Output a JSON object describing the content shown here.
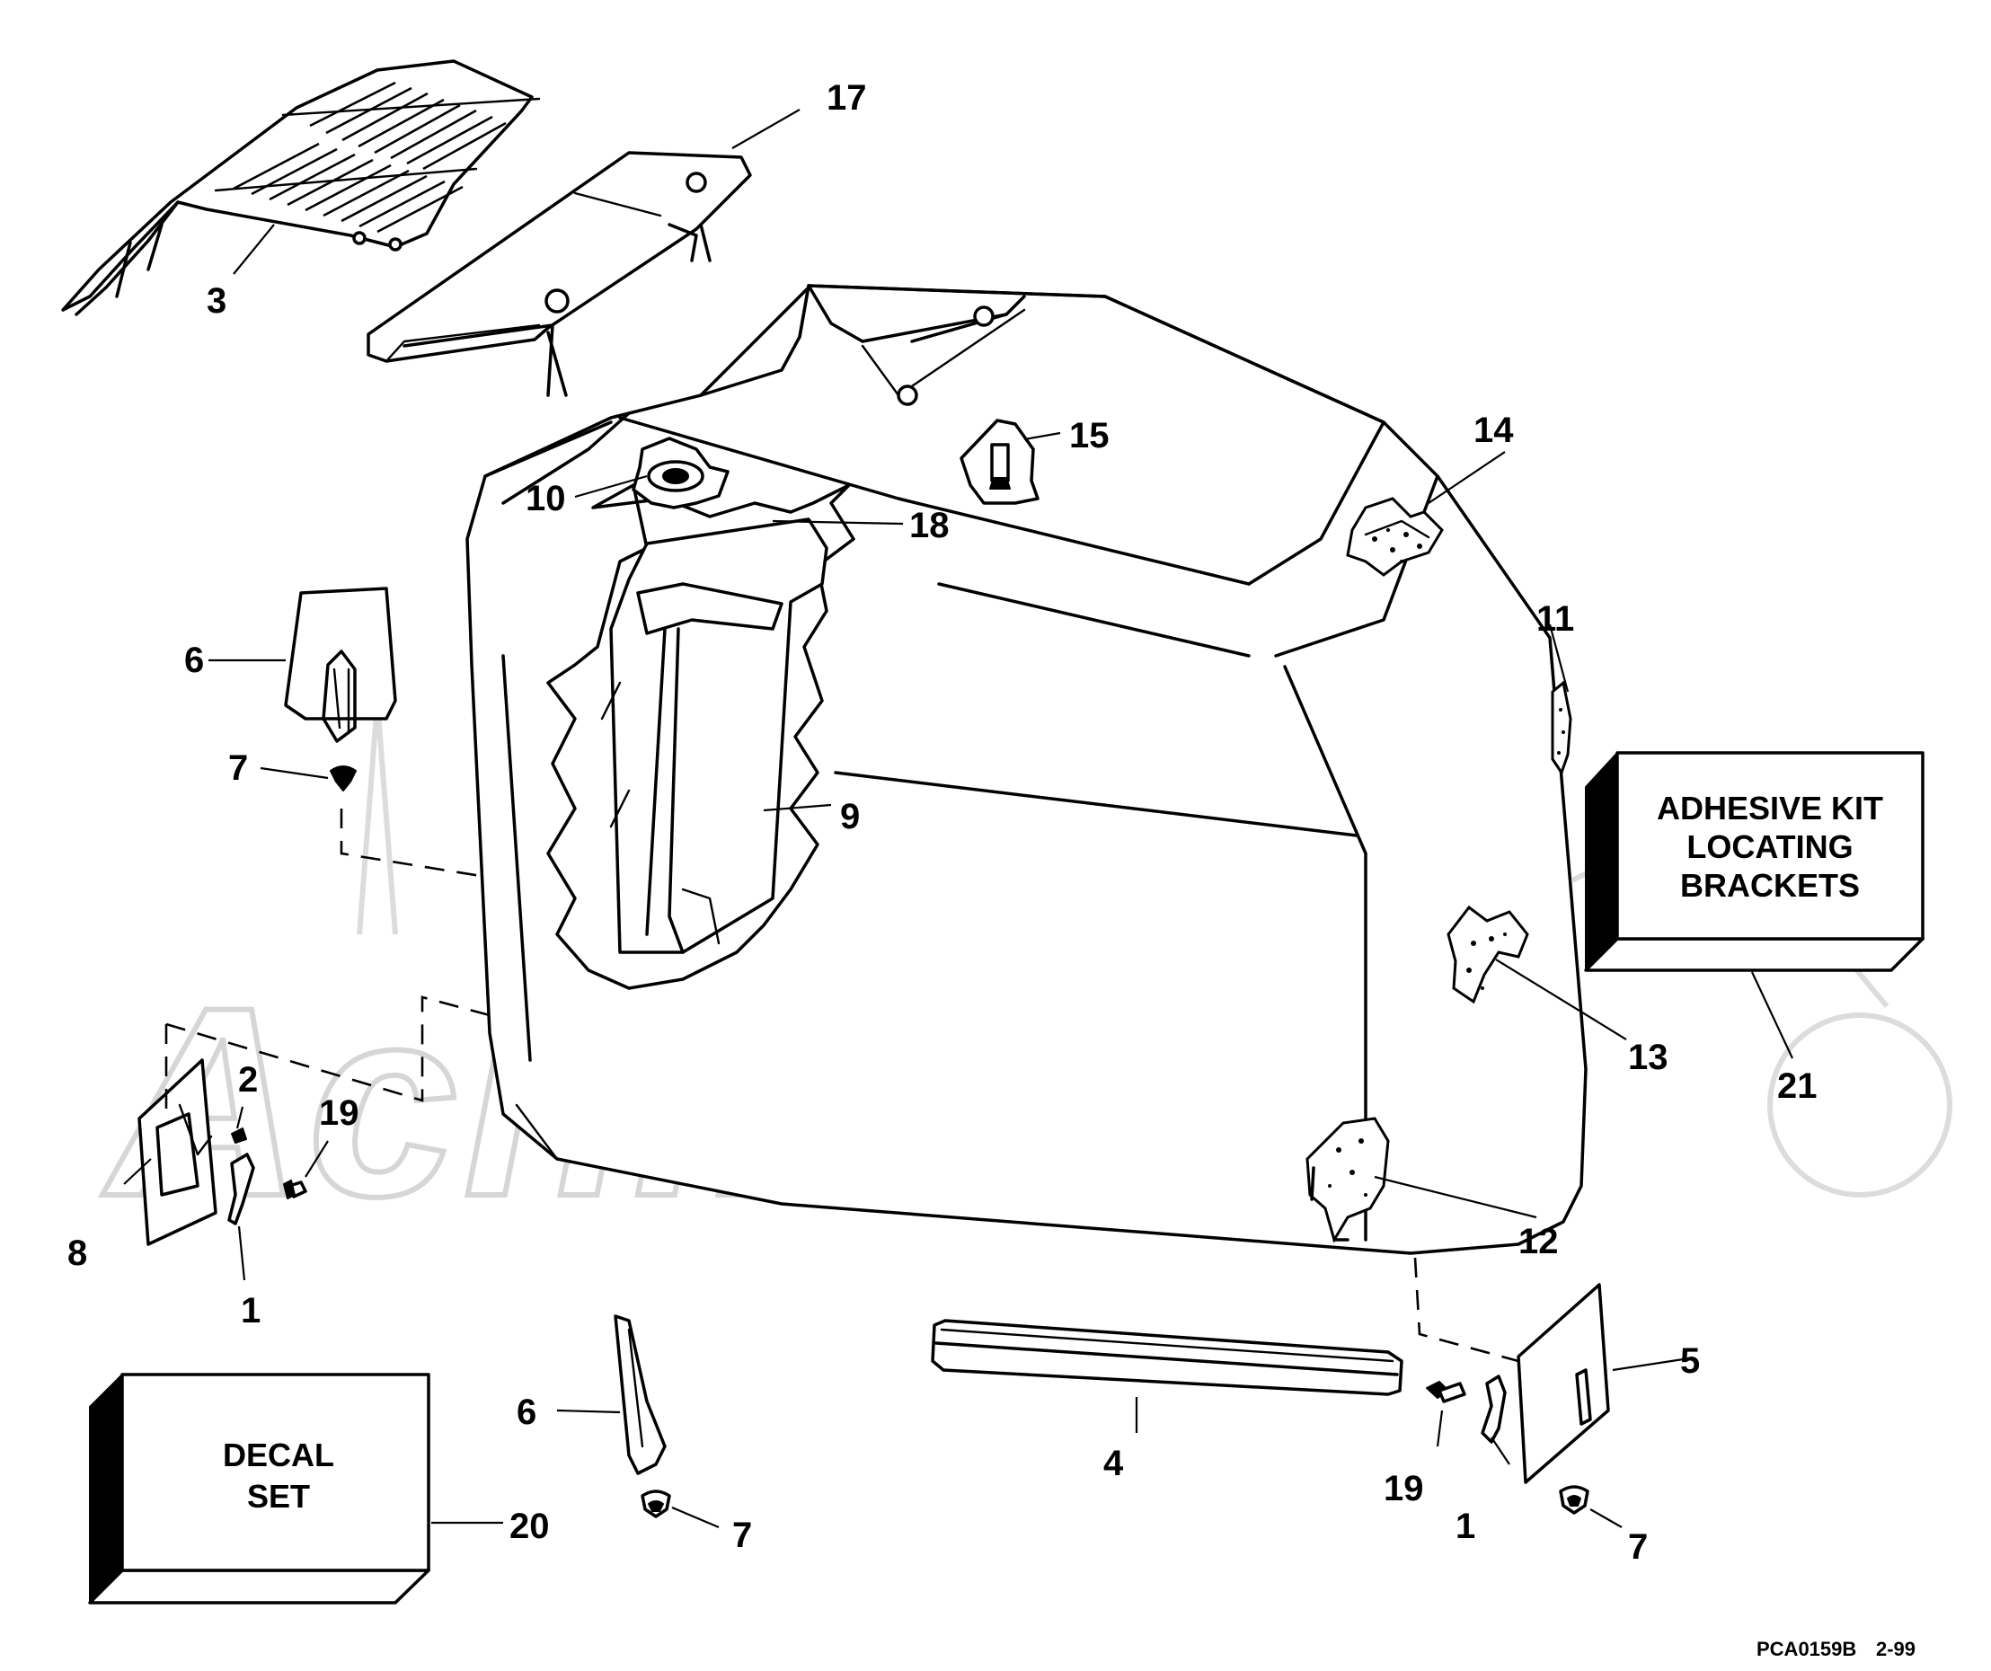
{
  "callouts": {
    "c1a": "1",
    "c1b": "1",
    "c2": "2",
    "c3": "3",
    "c4": "4",
    "c5": "5",
    "c6a": "6",
    "c6b": "6",
    "c7a": "7",
    "c7b": "7",
    "c7c": "7",
    "c8": "8",
    "c9": "9",
    "c10": "10",
    "c11": "11",
    "c12": "12",
    "c13": "13",
    "c14": "14",
    "c15": "15",
    "c17": "17",
    "c18": "18",
    "c19a": "19",
    "c19b": "19",
    "c20": "20",
    "c21": "21"
  },
  "adhesive_box": {
    "line1": "ADHESIVE KIT",
    "line2": "LOCATING",
    "line3": "BRACKETS"
  },
  "decal_box": {
    "line1": "DECAL",
    "line2": "SET"
  },
  "drawing_ref": {
    "code": "PCA0159B",
    "date": "2-99"
  },
  "watermark": {
    "text": "AchiMoto"
  },
  "colors": {
    "line": "#000000",
    "background": "#ffffff",
    "watermark": "#d6d6d6"
  }
}
